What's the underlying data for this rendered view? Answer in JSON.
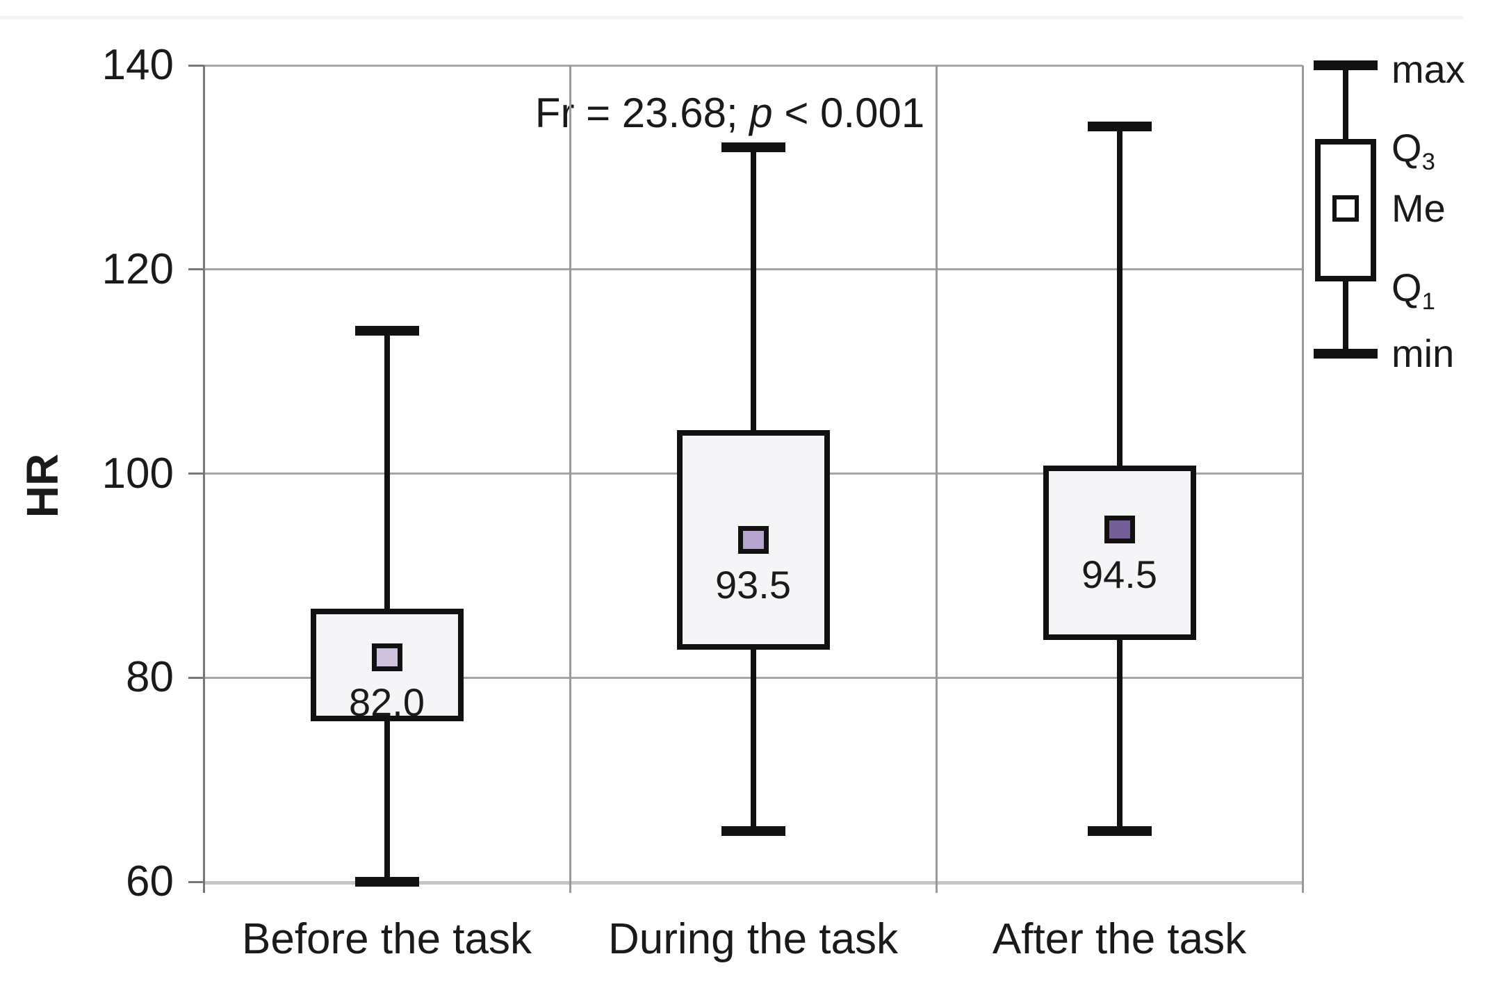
{
  "chart_data": {
    "type": "box",
    "title": "",
    "ylabel": "HR",
    "xlabel": "",
    "ylim": [
      60,
      140
    ],
    "yticks": [
      140,
      120,
      100,
      80,
      60
    ],
    "grid": true,
    "categories": [
      "Before the task",
      "During the task",
      "After the task"
    ],
    "annotation": {
      "prefix": "Fr = 23.68; ",
      "italic": "p",
      "suffix": " < 0.001"
    },
    "series": [
      {
        "category": "Before the task",
        "min": 60,
        "q1": 76,
        "median": 82.0,
        "q3": 86.5,
        "max": 114,
        "median_label": "82.0",
        "marker_color": "#cec2dd"
      },
      {
        "category": "During the task",
        "min": 65,
        "q1": 83,
        "median": 93.5,
        "q3": 104,
        "max": 132,
        "median_label": "93.5",
        "marker_color": "#b6a4cf"
      },
      {
        "category": "After the task",
        "min": 65,
        "q1": 84,
        "median": 94.5,
        "q3": 100.5,
        "max": 134,
        "median_label": "94.5",
        "marker_color": "#745f96"
      }
    ],
    "legend": {
      "position": "right",
      "items": [
        {
          "text": "max"
        },
        {
          "text": "Q",
          "sub": "3"
        },
        {
          "text": "Me"
        },
        {
          "text": "Q",
          "sub": "1"
        },
        {
          "text": "min"
        }
      ]
    },
    "colors": {
      "box_fill": "#f5f4f6",
      "box_border": "#111111",
      "gridline": "#a5a5a5",
      "axis": "#777777",
      "text": "#1a1a1a"
    }
  }
}
